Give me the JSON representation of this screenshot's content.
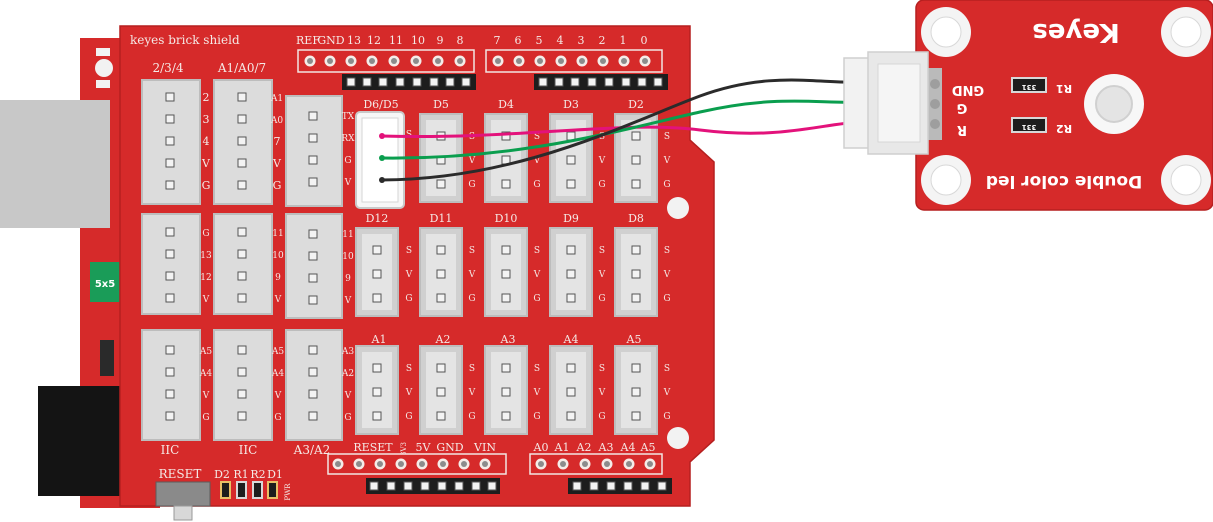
{
  "shield": {
    "title": "keyes brick shield",
    "top_header_left": [
      "REF",
      "GND",
      "13",
      "12",
      "11",
      "10",
      "9",
      "8"
    ],
    "top_header_right": [
      "7",
      "6",
      "5",
      "4",
      "3",
      "2",
      "1",
      "0"
    ],
    "left_col_labels": [
      "2/3/4",
      "A1/A0/7"
    ],
    "left_bottom_labels": [
      "IIC",
      "IIC",
      "A3/A2"
    ],
    "block1_pins": [
      "2",
      "3",
      "4",
      "V",
      "G"
    ],
    "block2_pins": [
      "A1",
      "A0",
      "7",
      "V",
      "G"
    ],
    "block3_pins": [
      "G",
      "13",
      "12",
      "V"
    ],
    "block4_pins": [
      "11",
      "10",
      "9",
      "V"
    ],
    "block5_pins": [
      "A5",
      "A4",
      "V",
      "G"
    ],
    "block6_pins": [
      "A5",
      "A4",
      "V",
      "G"
    ],
    "block7_pins": [
      "A3",
      "A2",
      "V",
      "G"
    ],
    "uart_pins": [
      "TX",
      "RX",
      "G",
      "V"
    ],
    "row1_labels": [
      "D6/D5",
      "D5",
      "D4",
      "D3",
      "D2"
    ],
    "row2_labels": [
      "D12",
      "D11",
      "D10",
      "D9",
      "D8"
    ],
    "row3_labels": [
      "A1",
      "A2",
      "A3",
      "A4",
      "A5"
    ],
    "svg_pins": [
      "S",
      "V",
      "G"
    ],
    "d12_pins": [
      "11",
      "10",
      "9",
      "V"
    ],
    "bottom_left_labels": [
      "RESET",
      "3V3",
      "5V",
      "GND",
      "VIN"
    ],
    "bottom_right_labels": [
      "A0",
      "A1",
      "A2",
      "A3",
      "A4",
      "A5"
    ],
    "reset_label": "RESET",
    "led_labels": [
      "D2",
      "R1",
      "R2",
      "D1"
    ],
    "pwr_label": "PWR"
  },
  "uno": {
    "fuse_label": "5x5"
  },
  "module": {
    "brand": "Keyes",
    "name": "Double color led",
    "pins": [
      "GND",
      "G",
      "R"
    ],
    "resistors": [
      {
        "code": "331",
        "name": "R1"
      },
      {
        "code": "331",
        "name": "R2"
      }
    ]
  },
  "wires": {
    "colors": [
      "#e3127b",
      "#0a9e4e",
      "#2b2b2b"
    ]
  }
}
